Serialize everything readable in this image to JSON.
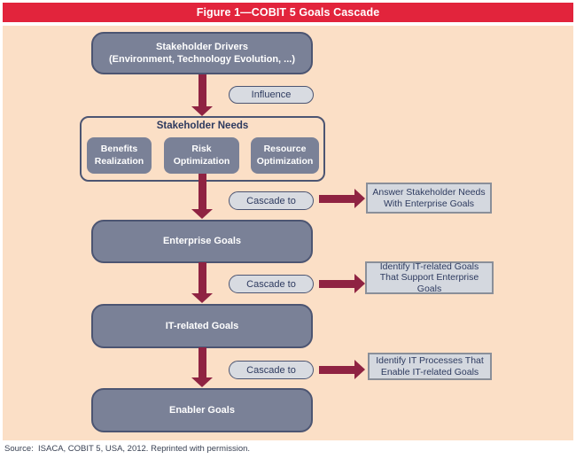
{
  "title": "Figure 1—COBIT 5 Goals Cascade",
  "colors": {
    "title_bar": "#E2243C",
    "panel_bg": "#FBDFC6",
    "node_fill": "#7A8197",
    "node_border": "#4C5572",
    "pill_fill": "#D8DBE1",
    "callout_fill": "#D4D8DF",
    "callout_border": "#8A8F99",
    "arrow": "#8F2342",
    "navy_text": "#2D3A5F"
  },
  "nodes": {
    "drivers": {
      "line1": "Stakeholder Drivers",
      "line2": "(Environment, Technology Evolution, ...)"
    },
    "needs": {
      "title": "Stakeholder Needs",
      "children": [
        {
          "line1": "Benefits",
          "line2": "Realization"
        },
        {
          "line1": "Risk",
          "line2": "Optimization"
        },
        {
          "line1": "Resource",
          "line2": "Optimization"
        }
      ]
    },
    "enterprise": "Enterprise Goals",
    "it_related": "IT-related Goals",
    "enabler": "Enabler Goals"
  },
  "labels": {
    "influence": "Influence",
    "cascade_to": "Cascade to"
  },
  "callouts": [
    {
      "line1": "Answer Stakeholder Needs",
      "line2": "With Enterprise Goals"
    },
    {
      "line1": "Identify IT-related Goals",
      "line2": "That Support Enterprise Goals"
    },
    {
      "line1": "Identify IT Processes That",
      "line2": "Enable IT-related Goals"
    }
  ],
  "source": "Source:  ISACA, COBIT 5, USA, 2012. Reprinted with permission."
}
